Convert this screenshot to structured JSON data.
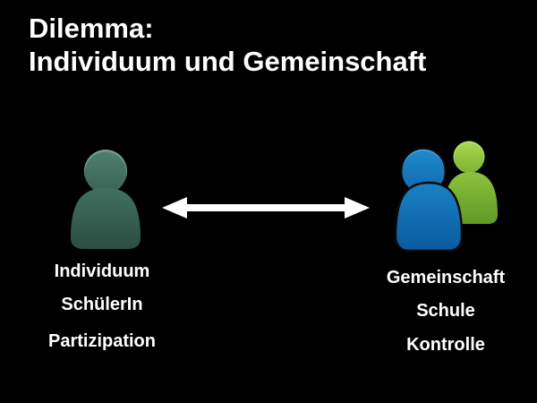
{
  "title": {
    "line1": "Dilemma:",
    "line2": "Individuum und Gemeinschaft"
  },
  "left_column": {
    "icon": "single-person-icon",
    "labels": [
      "Individuum",
      "SchülerIn",
      "Partizipation"
    ]
  },
  "center": {
    "icon": "double-headed-arrow-icon"
  },
  "right_column": {
    "icon": "two-persons-group-icon",
    "labels": [
      "Gemeinschaft",
      "Schule",
      "Kontrolle"
    ]
  },
  "colors": {
    "background": "#000000",
    "text": "#ffffff",
    "arrow": "#ffffff",
    "individual_person_teal": "#3f6c5f",
    "group_person_front_blue": "#1074b8",
    "group_person_back_green": "#85bf35"
  }
}
